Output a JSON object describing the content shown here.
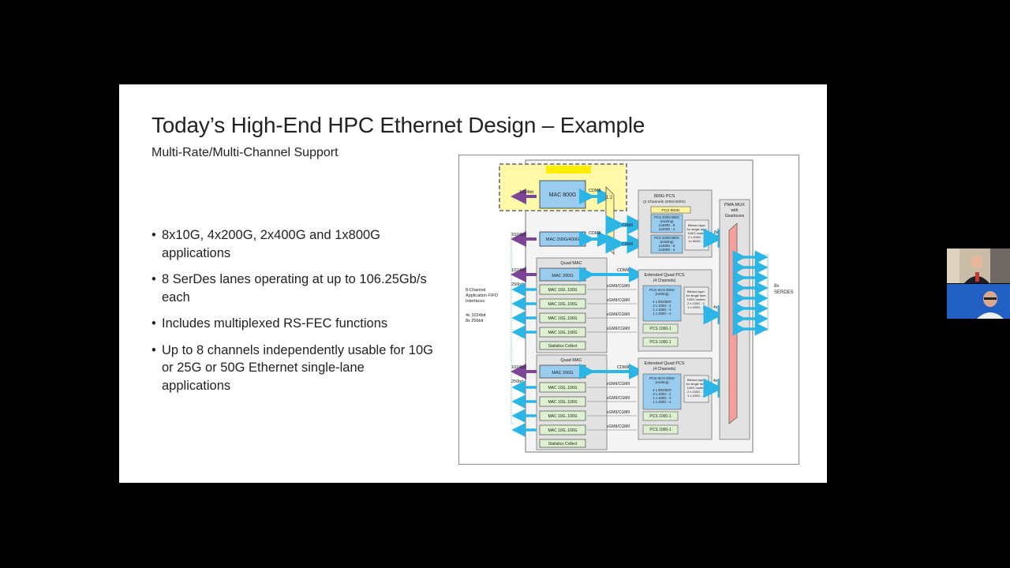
{
  "slide": {
    "title": "Today’s High-End HPC Ethernet Design – Example",
    "subtitle": "Multi-Rate/Multi-Channel Support",
    "bullets": [
      "8x10G, 4x200G, 2x400G and 1x800G applications",
      "8 SerDes lanes operating at up to 106.25Gb/s each",
      "Includes multiplexed RS-FEC functions",
      "Up to 8 channels independently usable for 10G or 25G or 50G Ethernet single-lane applications"
    ]
  },
  "diagram": {
    "mac800": "MAC 800G",
    "mac200_400": "MAC 200G/400G",
    "bit1024": "1024bit",
    "bit256": "256bit",
    "cdmii": "CDMII",
    "mux_label": "1:2",
    "pcs800_title": "800G PCS",
    "pcs800_sub": "(2 Channels 200G/400G)",
    "pcs800_box": "PCS 800G",
    "pcs_200_400_box": [
      "PCS 200G/400G",
      "(existing)",
      "1x400G - 8",
      "1x200G - 4"
    ],
    "bitmux_top": [
      "Bitmux layer",
      "for single lane",
      "100G modes",
      "2 x 400G - 4",
      "1x 800G - 8"
    ],
    "quad_mac": "Quad MAC",
    "mac200": "MAC 200G",
    "mac10_100": "MAC 10G..100G",
    "stats": "Statistics Collect",
    "xgmii": "xGMII/CGMII",
    "ext_pcs_title": "Extended Quad PCS",
    "ext_pcs_sub": "(4 Channels)",
    "pcs4ch": [
      "PCS-4CH 200G",
      "(existing)"
    ],
    "pcs4ch_modes": [
      "4 x 25G/50G",
      "2 x 100G - 2",
      "1 x 100G - 4",
      "1 x 200G - 4"
    ],
    "bitmux_ext": [
      "Bitmux layer",
      "for single lane",
      "100G modes",
      "2 x 100G - 1",
      "1 x 200G - 2"
    ],
    "pcs1000": "PCS 1000-1",
    "fifo_label": [
      "8-Channel",
      "Application FIFO",
      "Interfaces"
    ],
    "fifo_widths": [
      "4x 1024bit",
      "8x 256bit"
    ],
    "pma_mux": [
      "PMA-MUX",
      "with",
      "Gearboxes"
    ],
    "serdes": [
      "8x",
      "SERDES"
    ],
    "mult_8x": "8x",
    "mult_4x": "4x"
  },
  "colors": {
    "slide_bg": "#ffffff",
    "backdrop": "#000000",
    "highlight_yellow": "#fff9a8",
    "mac_blue": "#99ccee",
    "mac_green": "#ddf0d0",
    "arrow_purple": "#7d4596",
    "arrow_cyan": "#2cb6e6",
    "pma_red": "#f2a29a"
  }
}
